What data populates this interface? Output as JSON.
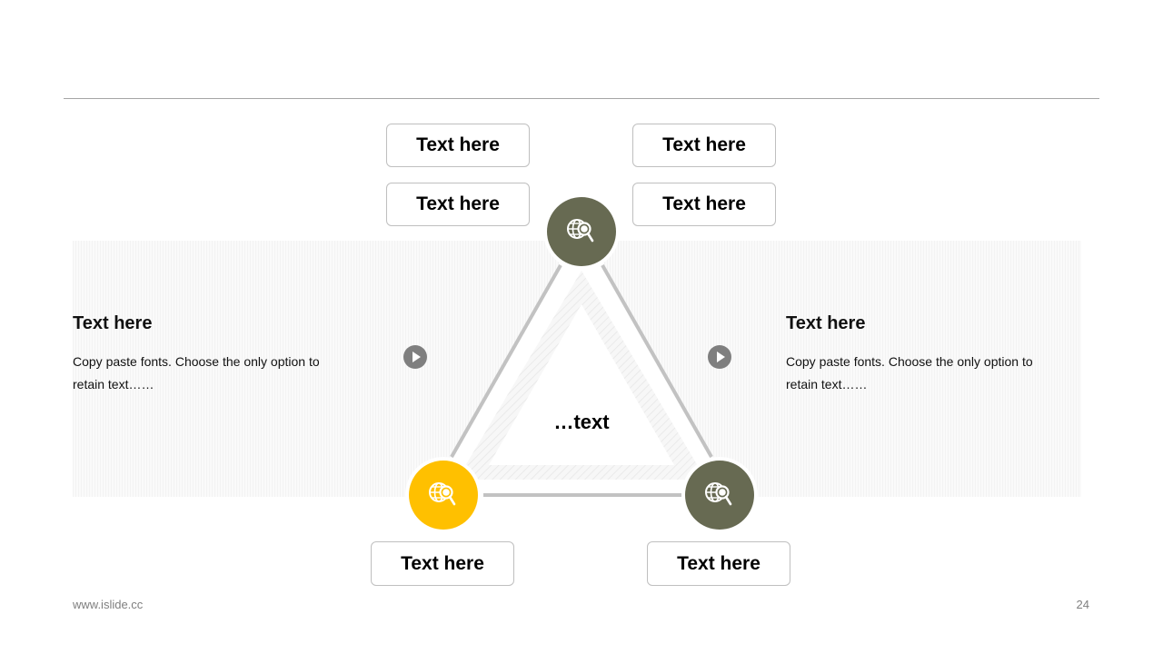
{
  "top_boxes": [
    "Text here",
    "Text here",
    "Text here",
    "Text here"
  ],
  "bottom_boxes": [
    "Text here",
    "Text here"
  ],
  "left_panel": {
    "title": "Text here",
    "body": "Copy paste fonts. Choose the only option to retain text……"
  },
  "right_panel": {
    "title": "Text here",
    "body": "Copy paste fonts. Choose the only option to retain text……"
  },
  "center_label": "…text",
  "nodes": [
    {
      "position": "top",
      "color": "#676a52",
      "icon": "globe-search-icon"
    },
    {
      "position": "bottom-left",
      "color": "#ffc000",
      "icon": "globe-search-icon"
    },
    {
      "position": "bottom-right",
      "color": "#676a52",
      "icon": "globe-search-icon"
    }
  ],
  "footer": {
    "url": "www.islide.cc",
    "page": "24"
  }
}
